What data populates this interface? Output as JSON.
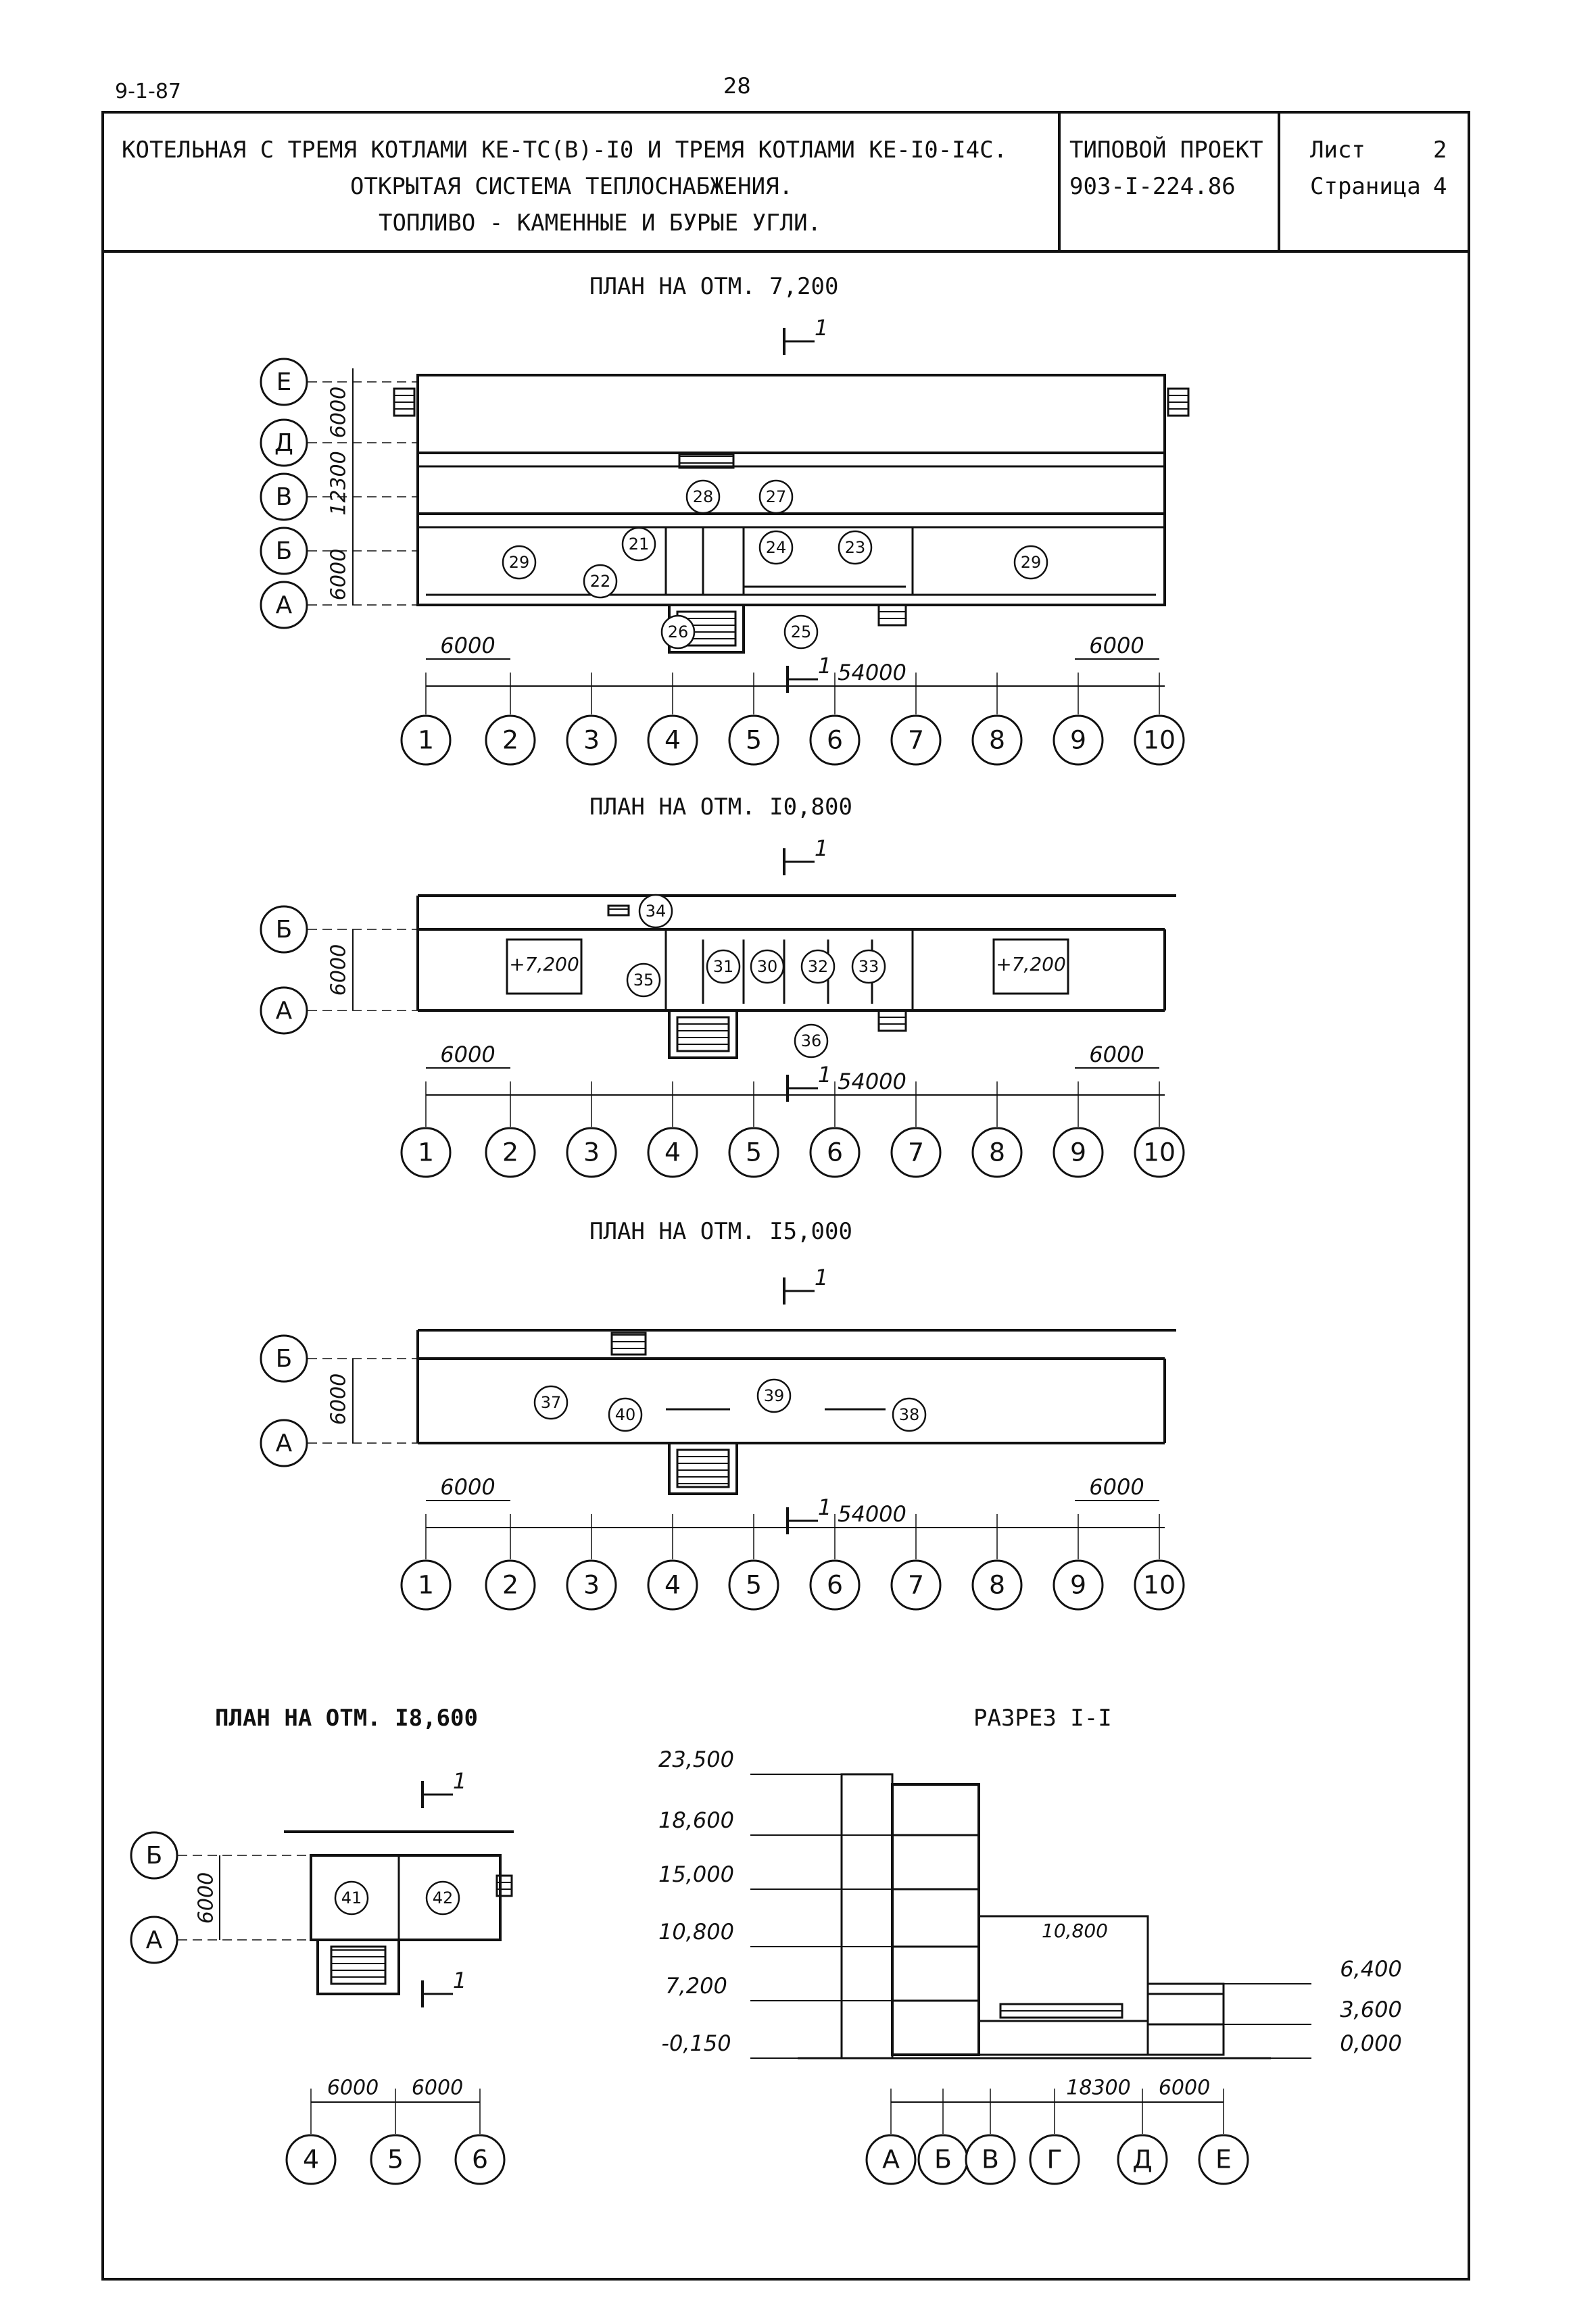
{
  "doc_code": "9-1-87",
  "page_number": "28",
  "title_block": {
    "title_lines": [
      "КОТЕЛЬНАЯ С ТРЕМЯ КОТЛАМИ КЕ-ТС(В)-I0 И ТРЕМЯ КОТЛАМИ КЕ-I0-I4С.",
      "ОТКРЫТАЯ СИСТЕМА ТЕПЛОСНАБЖЕНИЯ.",
      "ТОПЛИВО - КАМЕННЫЕ И БУРЫЕ УГЛИ."
    ],
    "project_label": "ТИПОВОЙ ПРОЕКТ",
    "project_number": "903-I-224.86",
    "sheet_label": "Лист",
    "sheet_value": "2",
    "page_label": "Страница",
    "page_value": "4"
  },
  "plans": [
    {
      "title": "ПЛАН НА ОТМ. 7,200",
      "row_axes": [
        "Е",
        "Д",
        "В",
        "Б",
        "А"
      ],
      "row_dims": [
        "6000",
        "12300",
        "6000"
      ],
      "col_axes": [
        "1",
        "2",
        "3",
        "4",
        "5",
        "6",
        "7",
        "8",
        "9",
        "10"
      ],
      "span_left": "6000",
      "span_right": "6000",
      "total_length": "54000",
      "section_mark": "1",
      "room_tags": [
        "28",
        "27",
        "21",
        "24",
        "23",
        "29",
        "29",
        "22",
        "26",
        "25"
      ]
    },
    {
      "title": "ПЛАН НА ОТМ. I0,800",
      "row_axes": [
        "Б",
        "А"
      ],
      "row_dims": [
        "6000"
      ],
      "col_axes": [
        "1",
        "2",
        "3",
        "4",
        "5",
        "6",
        "7",
        "8",
        "9",
        "10"
      ],
      "span_left": "6000",
      "span_right": "6000",
      "total_length": "54000",
      "section_mark": "1",
      "level_marks": [
        "+7,200",
        "+7,200"
      ],
      "room_tags": [
        "34",
        "35",
        "31",
        "30",
        "32",
        "33",
        "36"
      ]
    },
    {
      "title": "ПЛАН НА ОТМ. I5,000",
      "row_axes": [
        "Б",
        "А"
      ],
      "row_dims": [
        "6000"
      ],
      "col_axes": [
        "1",
        "2",
        "3",
        "4",
        "5",
        "6",
        "7",
        "8",
        "9",
        "10"
      ],
      "span_left": "6000",
      "span_right": "6000",
      "total_length": "54000",
      "section_mark": "1",
      "room_tags": [
        "37",
        "40",
        "39",
        "38"
      ]
    },
    {
      "title": "ПЛАН НА ОТМ. I8,600",
      "row_axes": [
        "Б",
        "А"
      ],
      "row_dims": [
        "6000"
      ],
      "col_axes": [
        "4",
        "5",
        "6"
      ],
      "col_dims": [
        "6000",
        "6000"
      ],
      "section_mark": "1",
      "room_tags": [
        "41",
        "42"
      ]
    }
  ],
  "section": {
    "title": "РАЗРЕЗ I-I",
    "elevations_left": [
      "23,500",
      "18,600",
      "15,000",
      "10,800",
      "7,200",
      "-0,150"
    ],
    "elevations_right": [
      "6,400",
      "3,600",
      "0,000"
    ],
    "inner_mark": "10,800",
    "axes": [
      "А",
      "Б",
      "В",
      "Г",
      "Д",
      "Е"
    ],
    "dims": [
      "18300",
      "6000"
    ]
  }
}
